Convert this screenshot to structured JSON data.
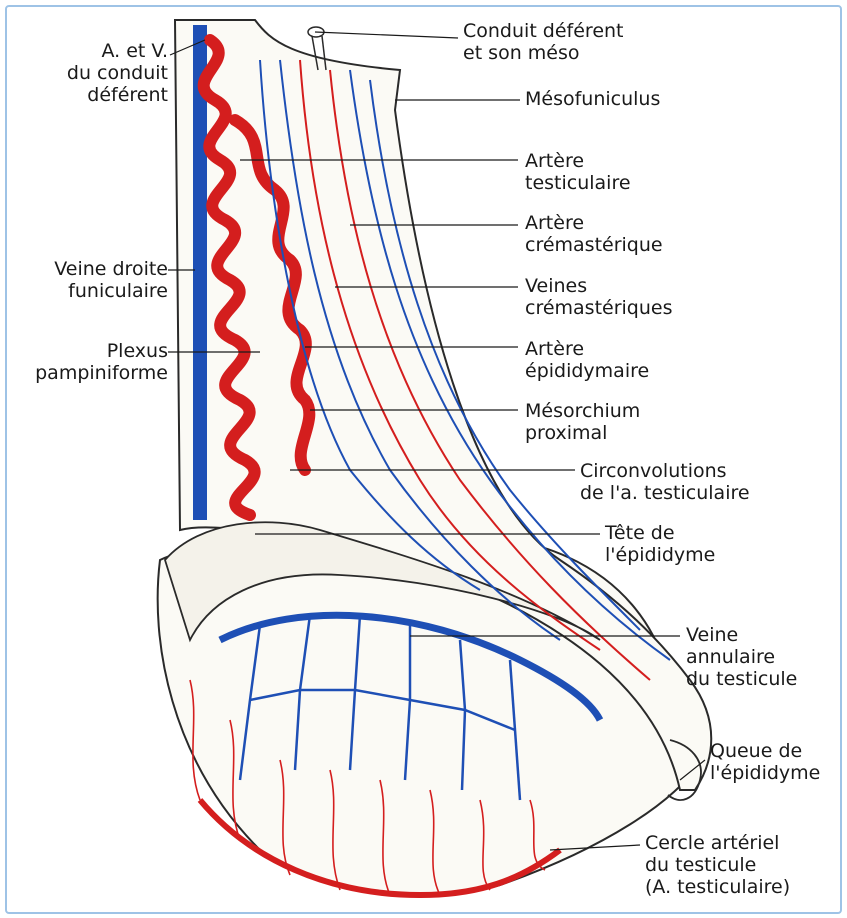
{
  "labels": {
    "av_conduit": {
      "line1": "A. et V.",
      "line2": "du conduit",
      "line3": "déférent"
    },
    "conduit_deferent": {
      "line1": "Conduit déférent",
      "line2": "et son méso"
    },
    "mesofuniculus": {
      "line1": "Mésofuniculus"
    },
    "artere_testiculaire": {
      "line1": "Artère",
      "line2": "testiculaire"
    },
    "artere_cremasterique": {
      "line1": "Artère",
      "line2": "crémastérique"
    },
    "veines_cremasteriques": {
      "line1": "Veines",
      "line2": "crémastériques"
    },
    "artere_epididymaire": {
      "line1": "Artère",
      "line2": "épididymaire"
    },
    "mesorchium": {
      "line1": "Mésorchium",
      "line2": "proximal"
    },
    "circonvolutions": {
      "line1": "Circonvolutions",
      "line2": "de l'a. testiculaire"
    },
    "tete_epididyme": {
      "line1": "Tête de",
      "line2": "l'épididyme"
    },
    "veine_droite": {
      "line1": "Veine droite",
      "line2": "funiculaire"
    },
    "plexus": {
      "line1": "Plexus",
      "line2": "pampiniforme"
    },
    "veine_annulaire": {
      "line1": "Veine",
      "line2": "annulaire",
      "line3": "du testicule"
    },
    "queue_epididyme": {
      "line1": "Queue de",
      "line2": "l'épididyme"
    },
    "cercle_arteriel": {
      "line1": "Cercle artériel",
      "line2": "du testicule",
      "line3": "(A. testiculaire)"
    }
  },
  "colors": {
    "frame": "#9ec3e6",
    "artery": "#d41e1e",
    "vein": "#1e4fb5",
    "outline": "#2a2a2a",
    "tissue": "#fbfaf5"
  }
}
